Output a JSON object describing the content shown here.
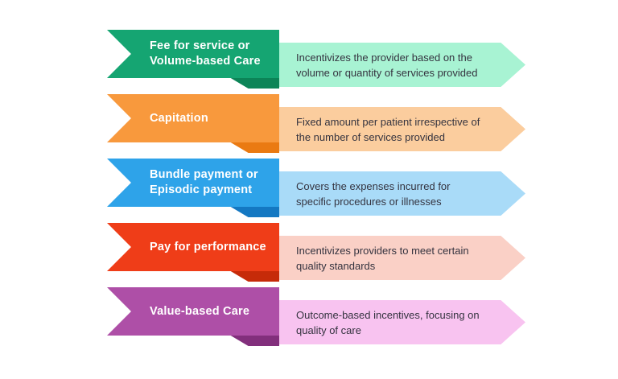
{
  "page": {
    "background": "#FFFFFF"
  },
  "colors": {
    "label_text": "#FFFFFF",
    "body_text": "#34333F"
  },
  "rows": [
    {
      "name": "fee-for-service",
      "label": "Fee for service or\nVolume-based Care",
      "description": "Incentivizes the provider based on the\nvolume or quantity of services provided",
      "colors": {
        "ribbon": "#15A572",
        "fold": "#0C8457",
        "band": "#A8F3D3"
      }
    },
    {
      "name": "capitation",
      "label": "Capitation",
      "description": "Fixed amount per patient irrespective of\nthe number of services provided",
      "colors": {
        "ribbon": "#F8993D",
        "fold": "#EA7A12",
        "band": "#FBCD9E"
      }
    },
    {
      "name": "bundle-payment",
      "label": "Bundle payment or\nEpisodic payment",
      "description": "Covers the expenses incurred for\nspecific procedures or illnesses",
      "colors": {
        "ribbon": "#2EA3E9",
        "fold": "#1478C2",
        "band": "#A9DBF8"
      }
    },
    {
      "name": "pay-for-performance",
      "label": "Pay for performance",
      "description": "Incentivizes providers to meet certain\nquality standards",
      "colors": {
        "ribbon": "#EF3D18",
        "fold": "#C62B09",
        "band": "#FAD0C6"
      }
    },
    {
      "name": "value-based-care",
      "label": "Value-based Care",
      "description": "Outcome-based incentives, focusing on\nquality of care",
      "colors": {
        "ribbon": "#AE4FA7",
        "fold": "#822F7C",
        "band": "#F8C3F0"
      }
    }
  ]
}
